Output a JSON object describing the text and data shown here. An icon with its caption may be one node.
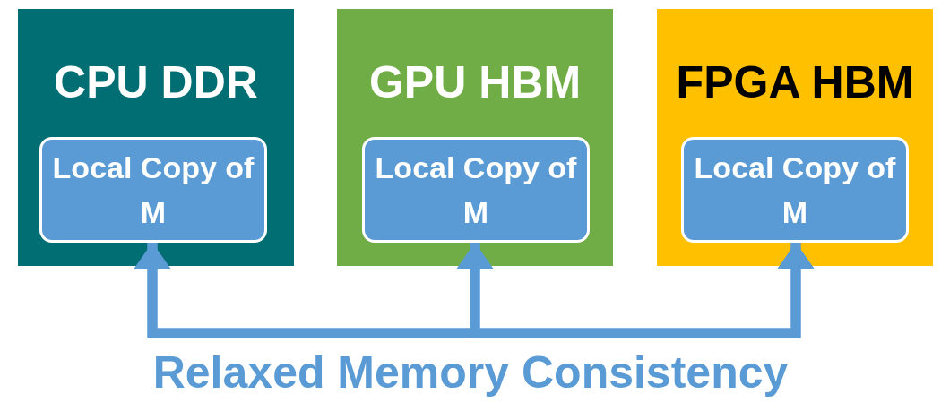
{
  "diagram": {
    "nodes": [
      {
        "text": [
          "CPU DDR"
        ]
      },
      {
        "text": [
          "Local Copy of M"
        ],
        "in": 0
      },
      {
        "text": [
          "GPU HBM"
        ]
      },
      {
        "text": [
          "Local Copy of M"
        ],
        "in": 2
      },
      {
        "text": [
          "FPGA HBM"
        ]
      },
      {
        "text": [
          "Local Copy of M"
        ],
        "in": 4
      }
    ],
    "edges": [
      {
        "from": 1,
        "to": 3,
        "arrow": "both"
      },
      {
        "from": 3,
        "to": 5,
        "arrow": "both"
      },
      {
        "from": 1,
        "to": 5,
        "arrow": "both"
      }
    ],
    "labels": [
      "Relaxed Memory Consistency"
    ]
  }
}
